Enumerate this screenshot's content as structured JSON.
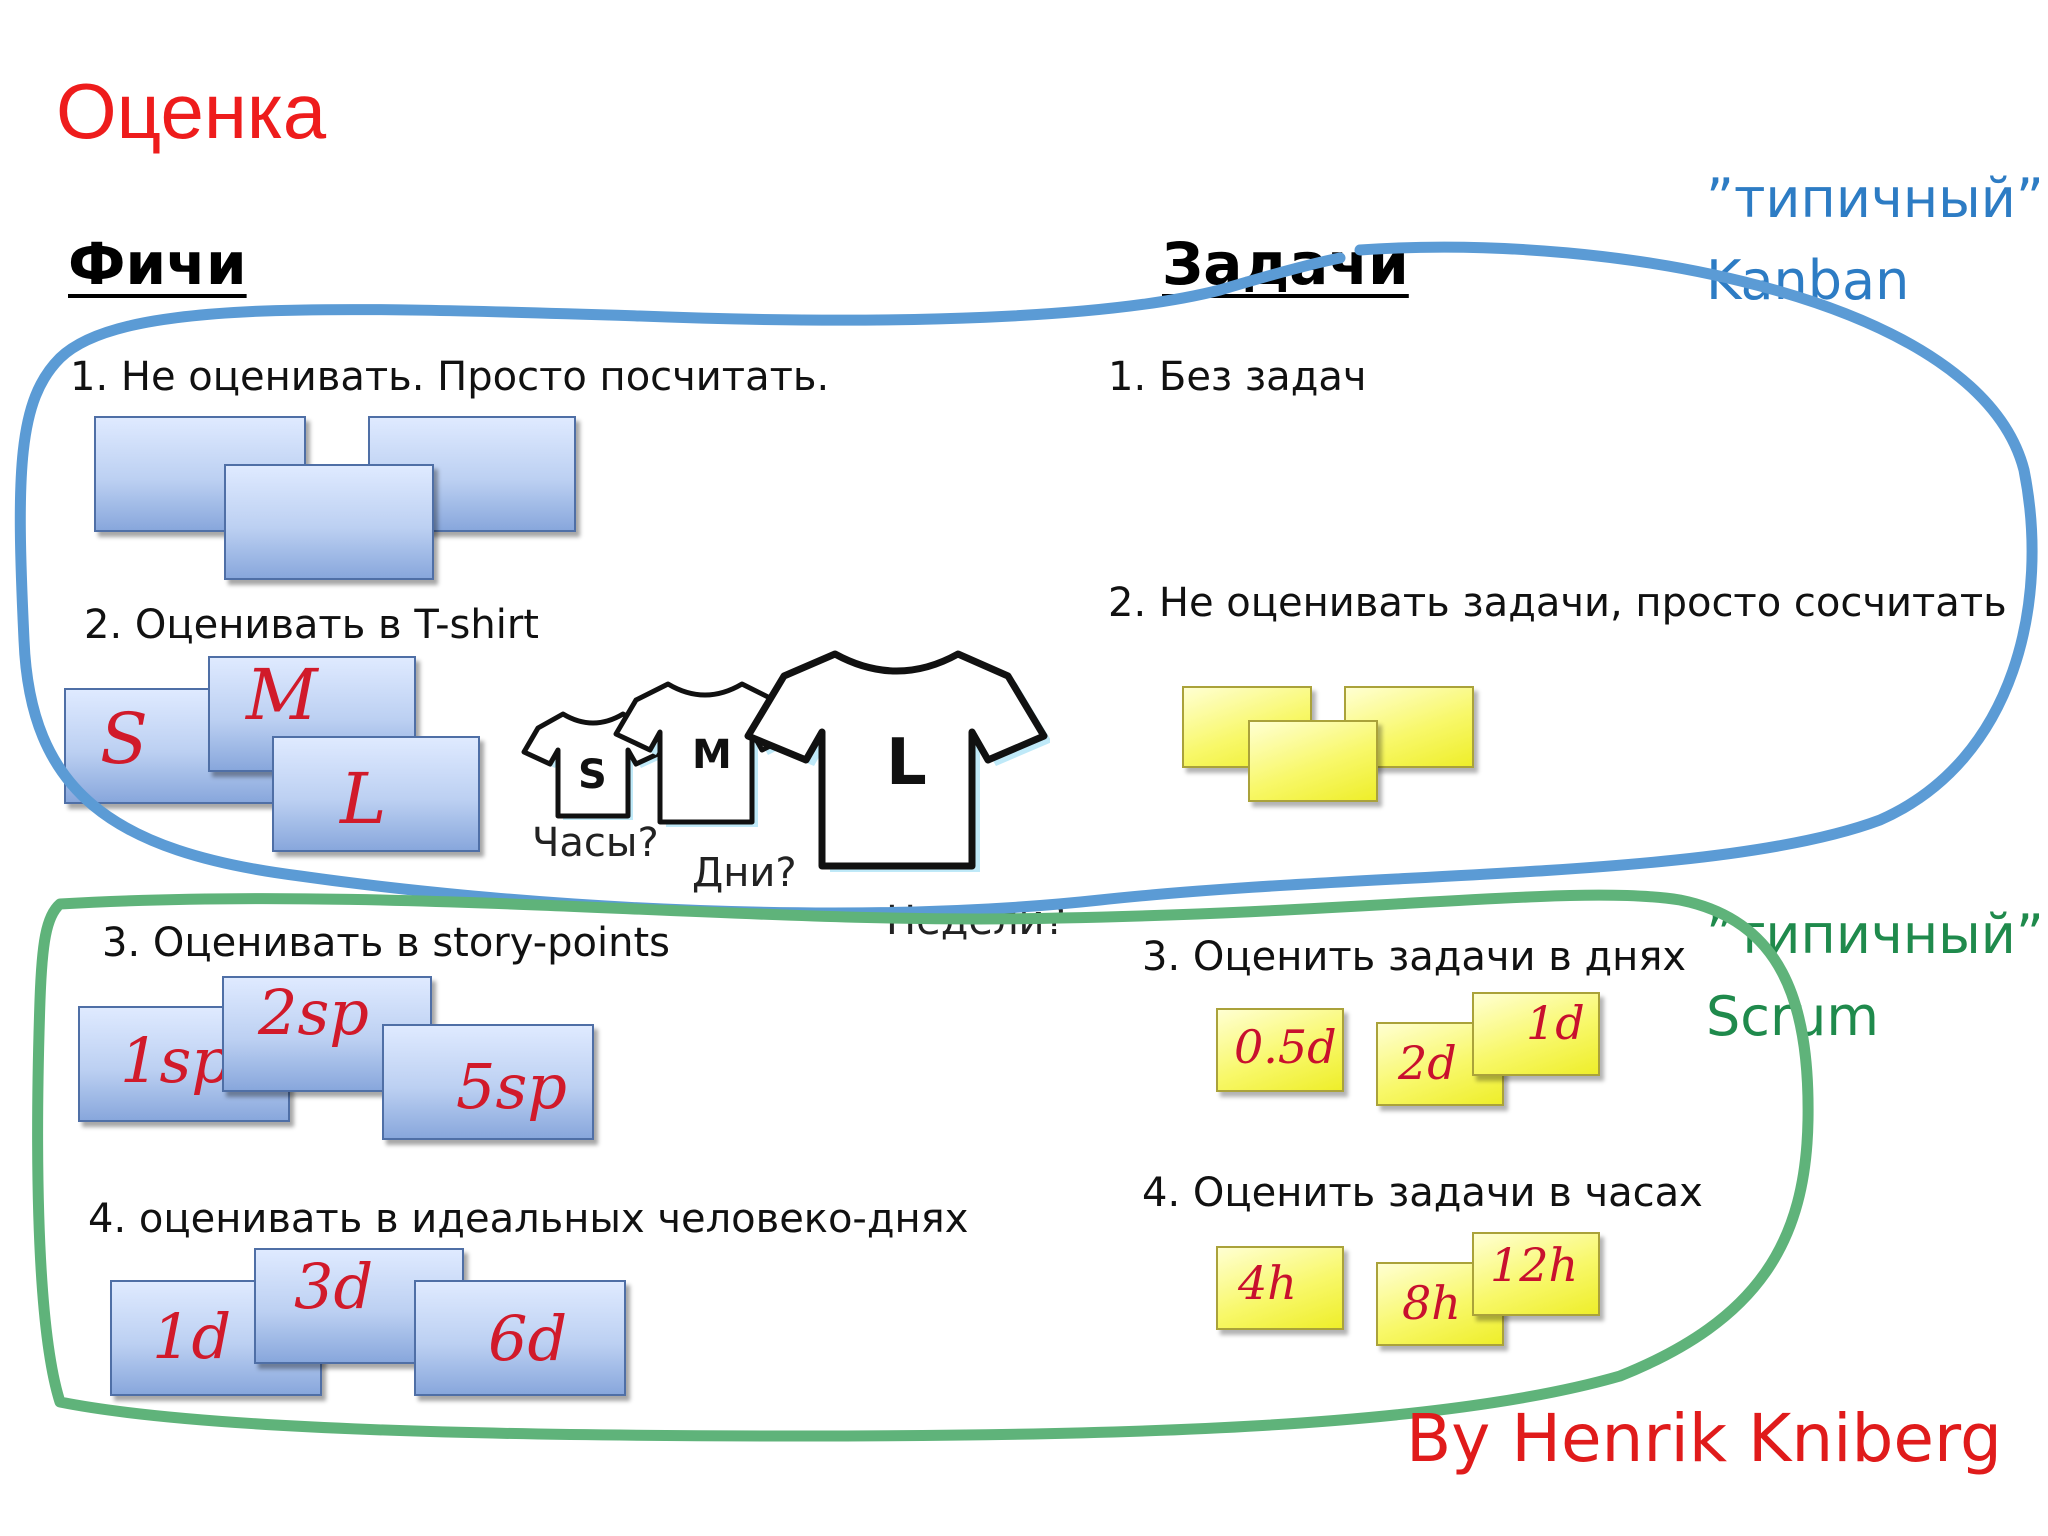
{
  "title": "Оценка",
  "columns": {
    "features": "Фичи",
    "tasks": "Задачи"
  },
  "features": {
    "item1": "1. Не оценивать. Просто посчитать.",
    "item2": "2. Оценивать в T-shirt",
    "item3": "3. Оценивать в story-points",
    "item4": "4. оценивать в идеальных человеко-днях",
    "tshirt_cards": [
      "S",
      "M",
      "L"
    ],
    "tshirts": [
      "S",
      "M",
      "L"
    ],
    "tshirt_units": [
      "Часы?",
      "Дни?",
      "Недели?"
    ],
    "story_points": [
      "1sp",
      "2sp",
      "5sp"
    ],
    "ideal_days": [
      "1d",
      "3d",
      "6d"
    ]
  },
  "tasks": {
    "item1": "1. Без задач",
    "item2": "2. Не оценивать задачи, просто сосчитать",
    "item3": "3. Оценить задачи в днях",
    "item4": "4. Оценить задачи в часах",
    "days": [
      "0.5d",
      "2d",
      "1d"
    ],
    "hours": [
      "4h",
      "8h",
      "12h"
    ]
  },
  "groups": {
    "kanban": "”типичный”\nKanban",
    "scrum": "”типичный”\nScrum"
  },
  "credit": "By Henrik Kniberg",
  "colors": {
    "title": "#ee1c1c",
    "kanban_loop": "#5b9bd5",
    "scrum_loop": "#5fb37a",
    "kanban_text": "#2d7cc4",
    "scrum_text": "#1f8a4c",
    "feature_card": "#bcd0f2",
    "task_card": "#f8f86a",
    "credit": "#e01b1b"
  }
}
